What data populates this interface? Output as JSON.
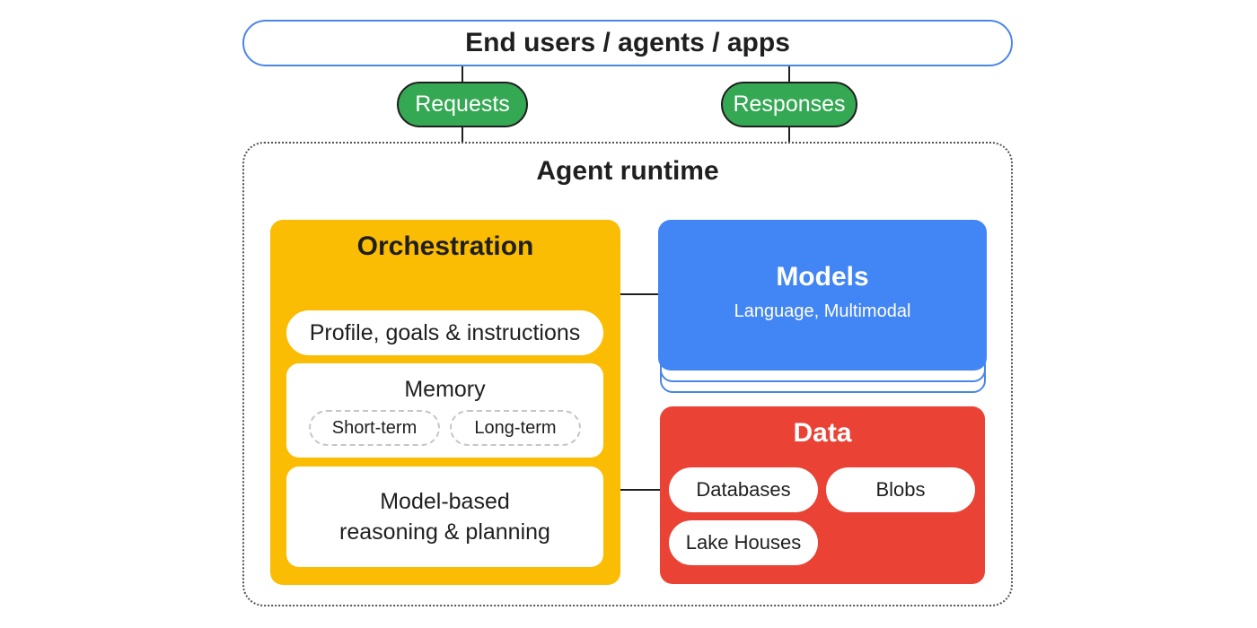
{
  "top": {
    "label": "End users / agents / apps"
  },
  "connectors": {
    "requests": "Requests",
    "responses": "Responses"
  },
  "runtime": {
    "title": "Agent runtime"
  },
  "orchestration": {
    "title": "Orchestration",
    "profile": "Profile, goals & instructions",
    "memory": {
      "title": "Memory",
      "short_term": "Short-term",
      "long_term": "Long-term"
    },
    "reasoning_line1": "Model-based",
    "reasoning_line2": "reasoning & planning"
  },
  "models": {
    "title": "Models",
    "subtitle": "Language, Multimodal"
  },
  "data": {
    "title": "Data",
    "items": [
      "Databases",
      "Blobs",
      "Lake Houses"
    ]
  },
  "colors": {
    "blue_outline": "#4a86e8",
    "green": "#34a853",
    "yellow": "#fbbc04",
    "blue": "#4285f4",
    "red": "#ea4335"
  }
}
